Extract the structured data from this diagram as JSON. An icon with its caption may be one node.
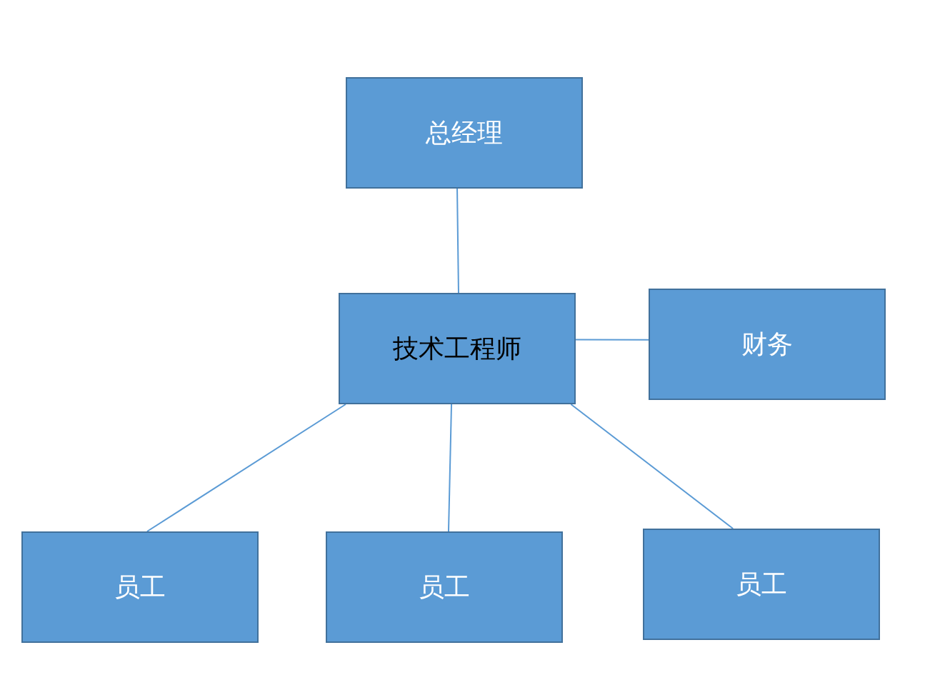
{
  "diagram": {
    "nodes": [
      {
        "text": [
          "总经理"
        ]
      },
      {
        "text": [
          "技术工程师"
        ]
      },
      {
        "text": [
          "财务"
        ]
      },
      {
        "text": [
          "员工"
        ]
      },
      {
        "text": [
          "员工"
        ]
      },
      {
        "text": [
          "员工"
        ]
      }
    ],
    "edges": [
      {
        "from": 0,
        "to": 1,
        "arrow": "none"
      },
      {
        "from": 1,
        "to": 2,
        "arrow": "none"
      },
      {
        "from": 1,
        "to": 3,
        "arrow": "none"
      },
      {
        "from": 1,
        "to": 4,
        "arrow": "none"
      },
      {
        "from": 1,
        "to": 5,
        "arrow": "none"
      }
    ]
  }
}
